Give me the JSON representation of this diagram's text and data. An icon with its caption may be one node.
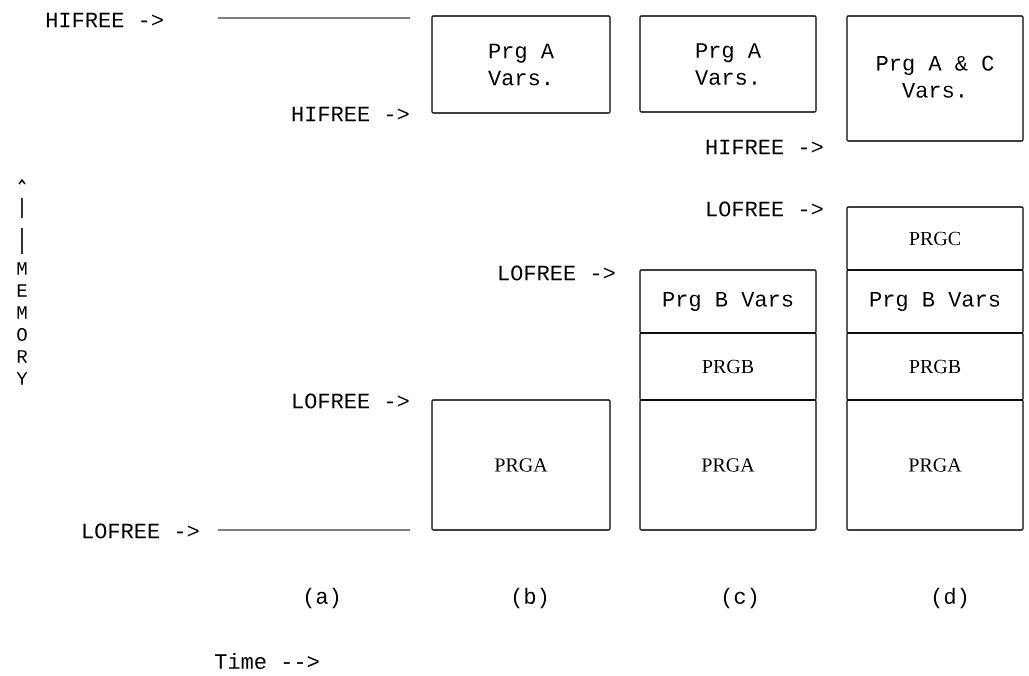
{
  "diagram": {
    "nodes": [
      {
        "text": [
          "Prg A Vars."
        ]
      },
      {
        "text": [
          "Prg A Vars."
        ]
      },
      {
        "text": [
          "Prg A & C Vars."
        ]
      },
      {
        "text": [
          "PRGC"
        ]
      },
      {
        "text": [
          "Prg B Vars"
        ]
      },
      {
        "text": [
          "Prg B Vars"
        ]
      },
      {
        "text": [
          "PRGB"
        ]
      },
      {
        "text": [
          "PRGB"
        ]
      },
      {
        "text": [
          "PRGA"
        ]
      },
      {
        "text": [
          "PRGA"
        ]
      },
      {
        "text": [
          "PRGA"
        ]
      }
    ],
    "labels": [
      "HIFREE ->",
      "HIFREE ->",
      "HIFREE ->",
      "LOFREE ->",
      "LOFREE ->",
      "MEMORY",
      "LOFREE ->",
      "LOFREE ->",
      "(a)",
      "(b)",
      "(c)",
      "(d)",
      "Time -->"
    ]
  }
}
